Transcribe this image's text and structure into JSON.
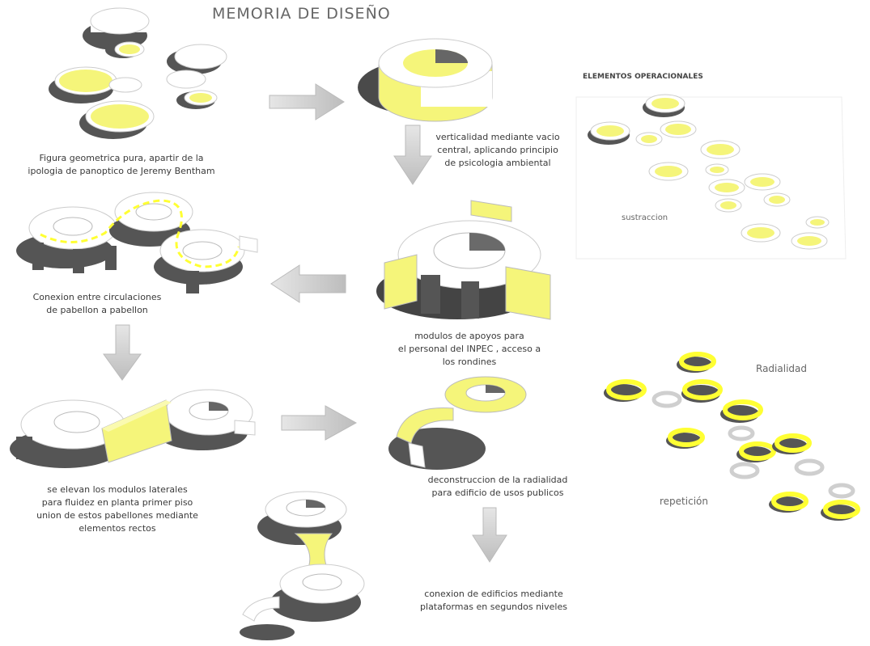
{
  "title": "MEMORIA DE DISEÑO",
  "colors": {
    "accent": "#f5f57a",
    "accent_strong": "#ffff33",
    "shadow": "#5a5a5a",
    "arrow": "#c8c8c8",
    "ring_gray": "#cfcfcf"
  },
  "captions": {
    "step1": [
      "Figura geometrica pura, apartir de  la",
      "ipologia de panoptico de Jeremy Bentham"
    ],
    "step2": [
      "verticalidad mediante vacio",
      "central, aplicando principio",
      "de psicologia ambiental"
    ],
    "step3": [
      "modulos de apoyos para",
      "el personal del INPEC , acceso a",
      "los rondines"
    ],
    "step4": [
      "Conexion entre circulaciones",
      "de pabellon a pabellon"
    ],
    "step5": [
      "se elevan los modulos laterales",
      "para fluidez en planta primer piso",
      "union de estos pabellones mediante",
      "elementos rectos"
    ],
    "step6": [
      "deconstruccion de la radialidad",
      "para edificio de usos publicos"
    ],
    "step7": [
      "conexion de edificios mediante",
      "plataformas en segundos niveles"
    ]
  },
  "side_labels": {
    "operational": "ELEMENTOS OPERACIONALES",
    "subtraction": "sustraccion",
    "radiality": "Radialidad",
    "repetition": "repetición"
  }
}
